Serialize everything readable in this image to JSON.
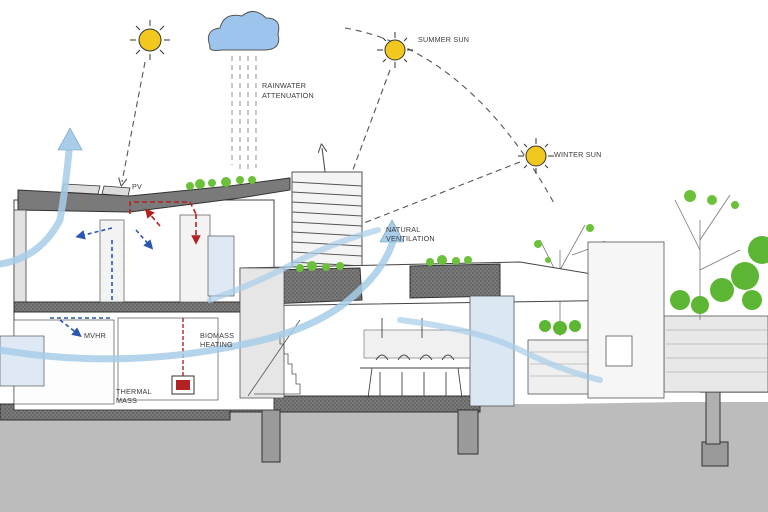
{
  "labels": {
    "summer_sun": "SUMMER SUN",
    "winter_sun": "WINTER SUN",
    "rainwater_1": "RAINWATER",
    "rainwater_2": "ATTENUATION",
    "pv": "PV",
    "natural_1": "NATURAL",
    "natural_2": "VENTILATION",
    "mvhr": "MVHR",
    "biomass_1": "BIOMASS",
    "biomass_2": "HEATING",
    "thermal_1": "THERMAL",
    "thermal_2": "MASS"
  },
  "colors": {
    "sun": "#f2c81e",
    "cloud": "#9cc4ec",
    "air_flow": "#a7cde8",
    "heat_flow": "#b22222",
    "mvhr_flow": "#2a55b0",
    "ground": "#b9b9b9",
    "planting": "#6cc13a",
    "concrete": "#6f6f6f"
  }
}
